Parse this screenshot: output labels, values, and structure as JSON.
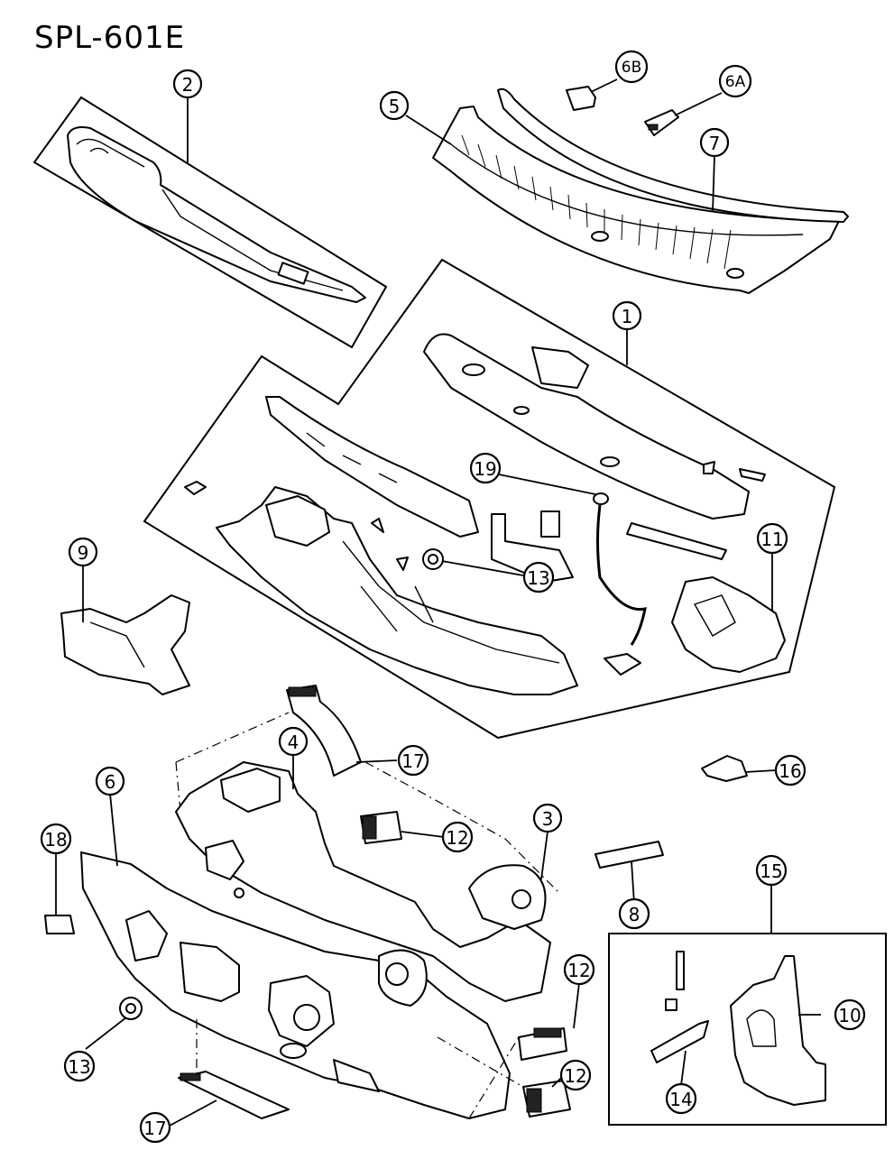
{
  "title": "SPL-601E",
  "callouts": [
    {
      "id": "c1",
      "label": "1"
    },
    {
      "id": "c2",
      "label": "2"
    },
    {
      "id": "c3",
      "label": "3"
    },
    {
      "id": "c4",
      "label": "4"
    },
    {
      "id": "c5",
      "label": "5"
    },
    {
      "id": "c6",
      "label": "6"
    },
    {
      "id": "c6a",
      "label": "6A"
    },
    {
      "id": "c6b",
      "label": "6B"
    },
    {
      "id": "c7",
      "label": "7"
    },
    {
      "id": "c8",
      "label": "8"
    },
    {
      "id": "c9",
      "label": "9"
    },
    {
      "id": "c10",
      "label": "10"
    },
    {
      "id": "c11",
      "label": "11"
    },
    {
      "id": "c12a",
      "label": "12"
    },
    {
      "id": "c12b",
      "label": "12"
    },
    {
      "id": "c12c",
      "label": "12"
    },
    {
      "id": "c13a",
      "label": "13"
    },
    {
      "id": "c13b",
      "label": "13"
    },
    {
      "id": "c14",
      "label": "14"
    },
    {
      "id": "c15",
      "label": "15"
    },
    {
      "id": "c16",
      "label": "16"
    },
    {
      "id": "c17a",
      "label": "17"
    },
    {
      "id": "c17b",
      "label": "17"
    },
    {
      "id": "c18",
      "label": "18"
    },
    {
      "id": "c19",
      "label": "19"
    }
  ]
}
